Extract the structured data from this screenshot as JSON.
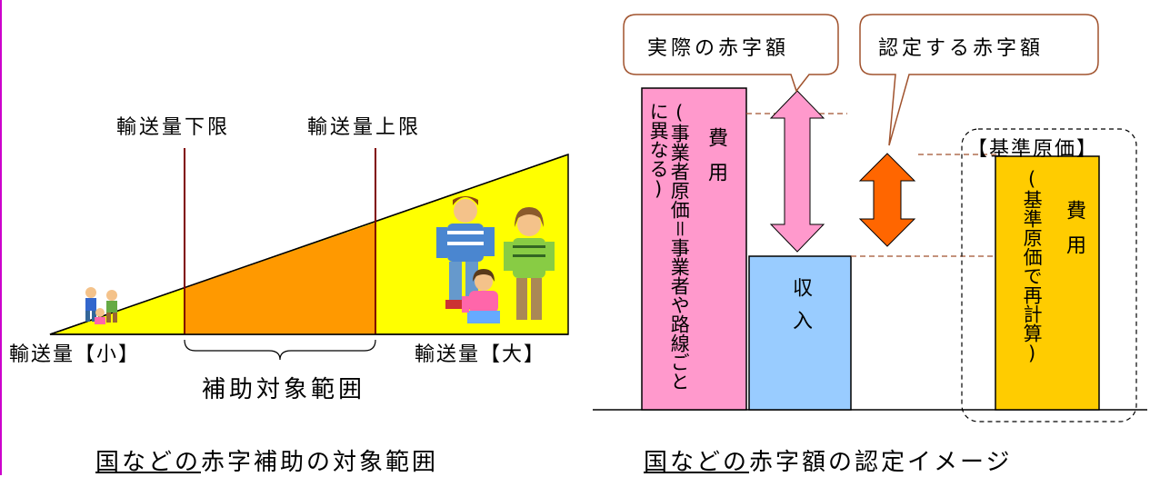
{
  "left_diagram": {
    "label_lower_limit": "輸送量下限",
    "label_upper_limit": "輸送量上限",
    "label_small": "輸送量【小】",
    "label_large": "輸送量【大】",
    "label_range": "補助対象範囲",
    "caption_prefix": "国などの",
    "caption_rest": "赤字補助の対象範囲",
    "colors": {
      "triangle": "#ffff00",
      "subsidy_area": "#ff9900",
      "limit_lines": "#800000"
    }
  },
  "right_diagram": {
    "bubble_actual": "実際の赤字額",
    "bubble_certified": "認定する赤字額",
    "cost_bar_label": "費用",
    "cost_bar_note": "(事業者原価＝事業者や路線ごとに異なる)",
    "revenue_label": "収入",
    "standard_cost_title": "【基準原価】",
    "standard_cost_label": "費用",
    "standard_cost_note": "(基準原価で再計算)",
    "caption_prefix": "国などの",
    "caption_rest": "赤字額の認定イメージ",
    "colors": {
      "cost": "#ff99cc",
      "revenue": "#99ccff",
      "standard": "#ffcc00",
      "actual_arrow": "#ff99cc",
      "certified_arrow": "#ff6600"
    }
  }
}
